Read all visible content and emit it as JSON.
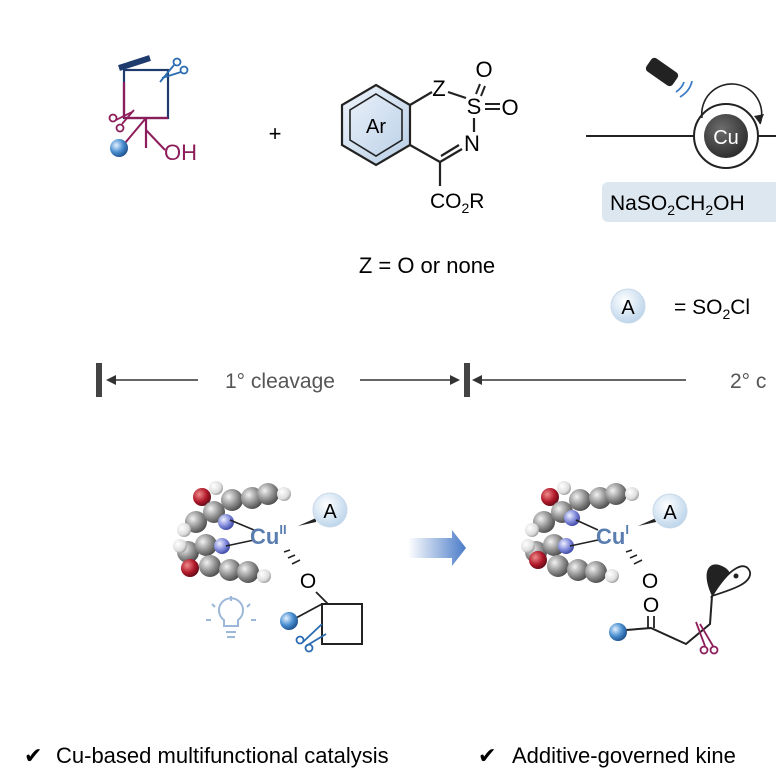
{
  "reactant1": {
    "oh_label": "OH"
  },
  "plus_sign": "+",
  "reactant2": {
    "ar_label": "Ar",
    "z_label": "Z",
    "s_label": "S",
    "o_top": "O",
    "o_right": "O",
    "n_label": "N",
    "ester_label": "CO2R",
    "z_definition": "Z = O or none"
  },
  "catalyst": {
    "cu_label": "Cu",
    "additive_label": "NaSO2CH2OH",
    "a_label": "A",
    "a_definition": "= SO2Cl"
  },
  "cleavage": {
    "first": "1° cleavage",
    "second": "2° c"
  },
  "complex_left": {
    "cu_label": "Cu",
    "oxidation_state": "II",
    "a_label": "A",
    "o_label": "O"
  },
  "complex_right": {
    "cu_label": "Cu",
    "oxidation_state": "I",
    "a_label": "A",
    "o_label": "O",
    "ketone_o_label": "O"
  },
  "features": [
    {
      "check": "✔",
      "text": "Cu-based multifunctional catalysis"
    },
    {
      "check": "✔",
      "text": "Additive-governed kine"
    }
  ],
  "colors": {
    "bond": "#222222",
    "magenta": "#8c1d5a",
    "navy": "#1f3a6d",
    "cu_blue": "#5a7db0",
    "sphere_blue": "#4a8fd0",
    "badge_bg": "#dce7f0"
  }
}
